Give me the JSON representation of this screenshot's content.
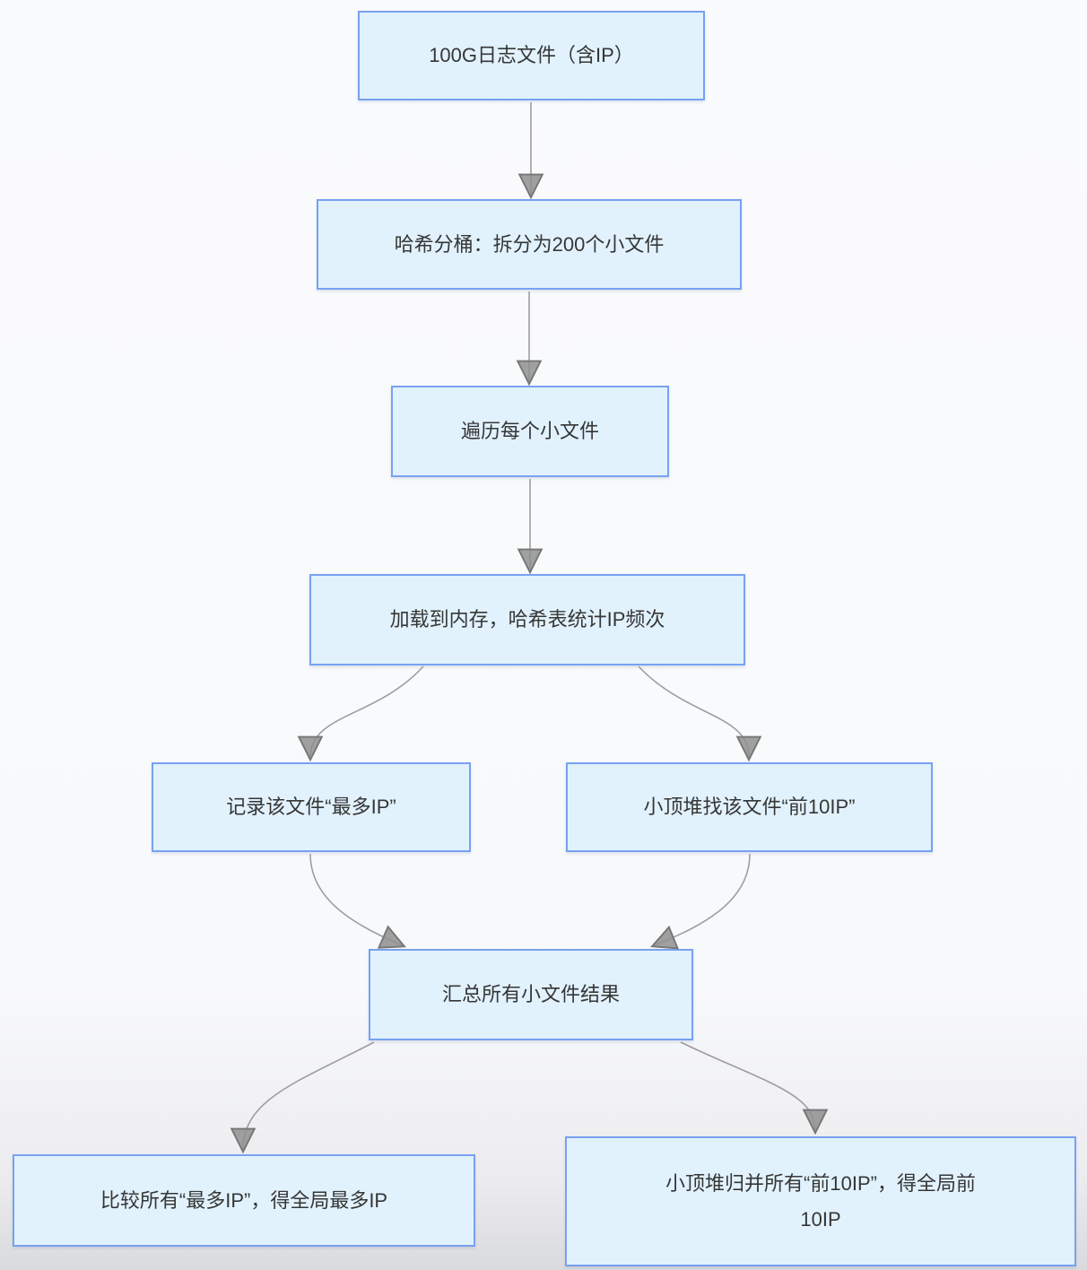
{
  "diagram": {
    "type": "flowchart",
    "topic": "100G log file top-IP processing flow",
    "nodes": {
      "source": {
        "label": "100G日志文件（含IP）"
      },
      "hash": {
        "label": "哈希分桶：拆分为200个小文件"
      },
      "iterate": {
        "label": "遍历每个小文件"
      },
      "load": {
        "label": "加载到内存，哈希表统计IP频次"
      },
      "record": {
        "label": "记录该文件“最多IP”"
      },
      "heap": {
        "label": "小顶堆找该文件“前10IP”"
      },
      "agg": {
        "label": "汇总所有小文件结果"
      },
      "compare": {
        "label": "比较所有“最多IP”，得全局最多IP"
      },
      "merge": {
        "line1": "小顶堆归并所有“前10IP”，得全局前",
        "line2": "10IP"
      }
    },
    "edges": [
      {
        "from": "source",
        "to": "hash"
      },
      {
        "from": "hash",
        "to": "iterate"
      },
      {
        "from": "iterate",
        "to": "load"
      },
      {
        "from": "load",
        "to": "record"
      },
      {
        "from": "load",
        "to": "heap"
      },
      {
        "from": "record",
        "to": "agg"
      },
      {
        "from": "heap",
        "to": "agg"
      },
      {
        "from": "agg",
        "to": "compare"
      },
      {
        "from": "agg",
        "to": "merge"
      }
    ],
    "colors": {
      "node_fill": "#e1f2fd",
      "node_border": "#78a1f2",
      "arrow_line": "#9e9e9e",
      "arrow_head": "#8f8f8f",
      "text": "#363636"
    }
  }
}
